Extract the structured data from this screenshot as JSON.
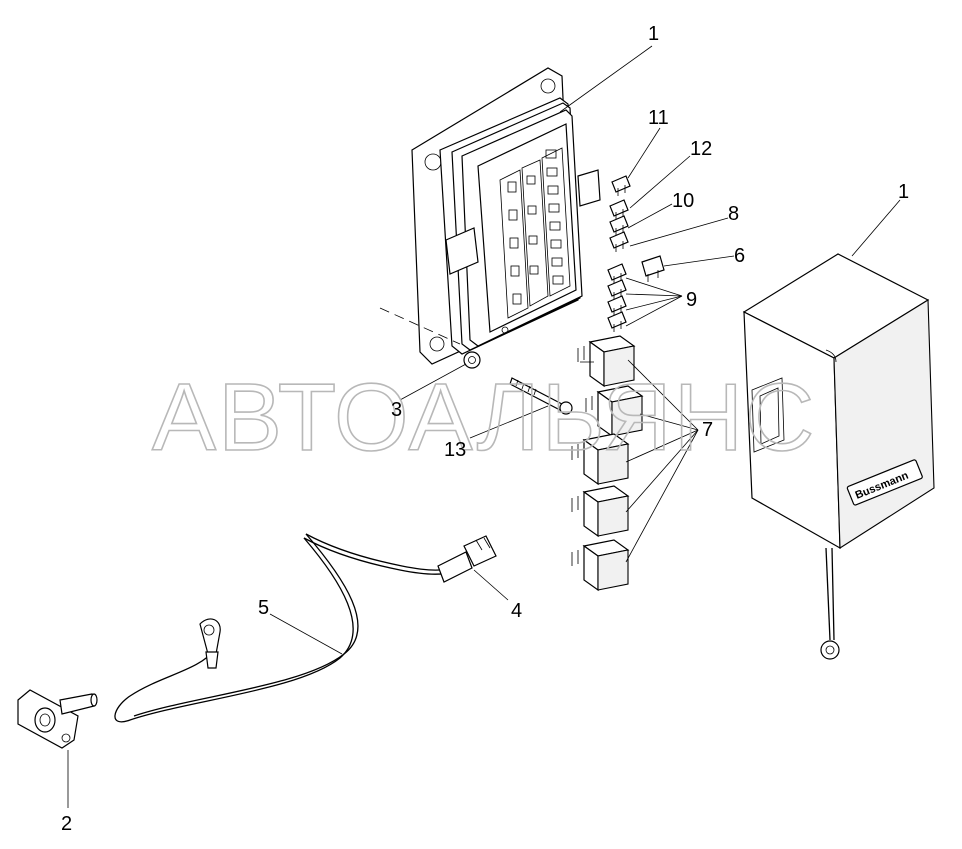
{
  "watermark": "АВТОАЛЬЯНС",
  "brand_label": "Bussmann",
  "callouts": {
    "c1a": "1",
    "c1b": "1",
    "c2": "2",
    "c3": "3",
    "c4": "4",
    "c5": "5",
    "c6": "6",
    "c7": "7",
    "c8": "8",
    "c9": "9",
    "c10": "10",
    "c11": "11",
    "c12": "12",
    "c13": "13"
  },
  "icons": {
    "fuse_box": "fuse-box-assembly",
    "fuse_box_cover": "fuse-box-cover",
    "relay": "relay",
    "blade_fuse": "blade-fuse",
    "ground_wire": "ground-wire",
    "connector": "connector",
    "bracket": "mounting-bracket",
    "bolt": "bolt",
    "washer": "washer"
  }
}
